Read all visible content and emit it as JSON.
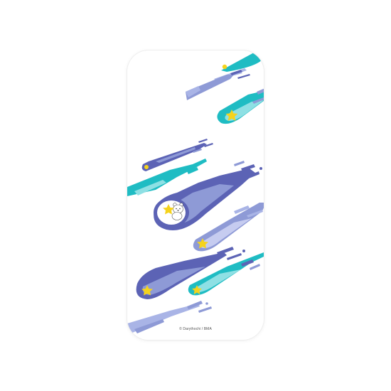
{
  "product": {
    "type": "smartphone-case",
    "copyright": "© Darythochi / BMA"
  },
  "colors": {
    "background": "#ffffff",
    "case_surface": "#ffffff",
    "periwinkle": "#5c63b5",
    "lavender": "#8e9ad6",
    "light_lavender": "#a9b4e6",
    "teal": "#1fbcc3",
    "star_yellow": "#f5d31c"
  },
  "illustration": {
    "theme": "falling-comets",
    "characters": [
      {
        "name": "white-bear-icon",
        "holding": "star-icon"
      }
    ]
  }
}
